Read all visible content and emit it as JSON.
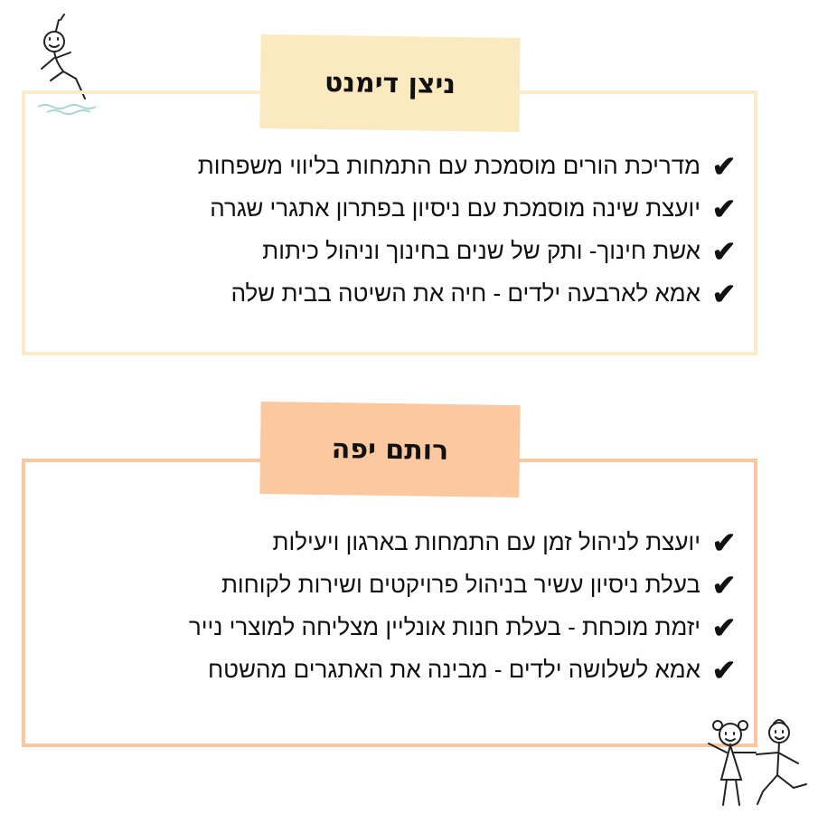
{
  "sections": [
    {
      "title": "ניצן דימנט",
      "items": [
        "מדריכת הורים מוסמכת עם התמחות בליווי משפחות",
        "יועצת שינה מוסמכת עם ניסיון בפתרון אתגרי שגרה",
        "אשת חינוך- ותק של שנים בחינוך וניהול כיתות",
        "אמא לארבעה ילדים - חיה את השיטה בבית שלה"
      ]
    },
    {
      "title": "רותם יפה",
      "items": [
        "יועצת לניהול זמן עם התמחות בארגון ויעילות",
        "בעלת ניסיון עשיר בניהול פרויקטים ושירות לקוחות",
        "יזמת מוכחת - בעלת חנות אונליין מצליחה למוצרי נייר",
        "אמא לשלושה ילדים - מבינה את האתגרים מהשטח"
      ]
    }
  ],
  "check_glyph": "✔",
  "colors": {
    "yellow": "#fbe9c0",
    "orange": "#fbc8a0"
  }
}
